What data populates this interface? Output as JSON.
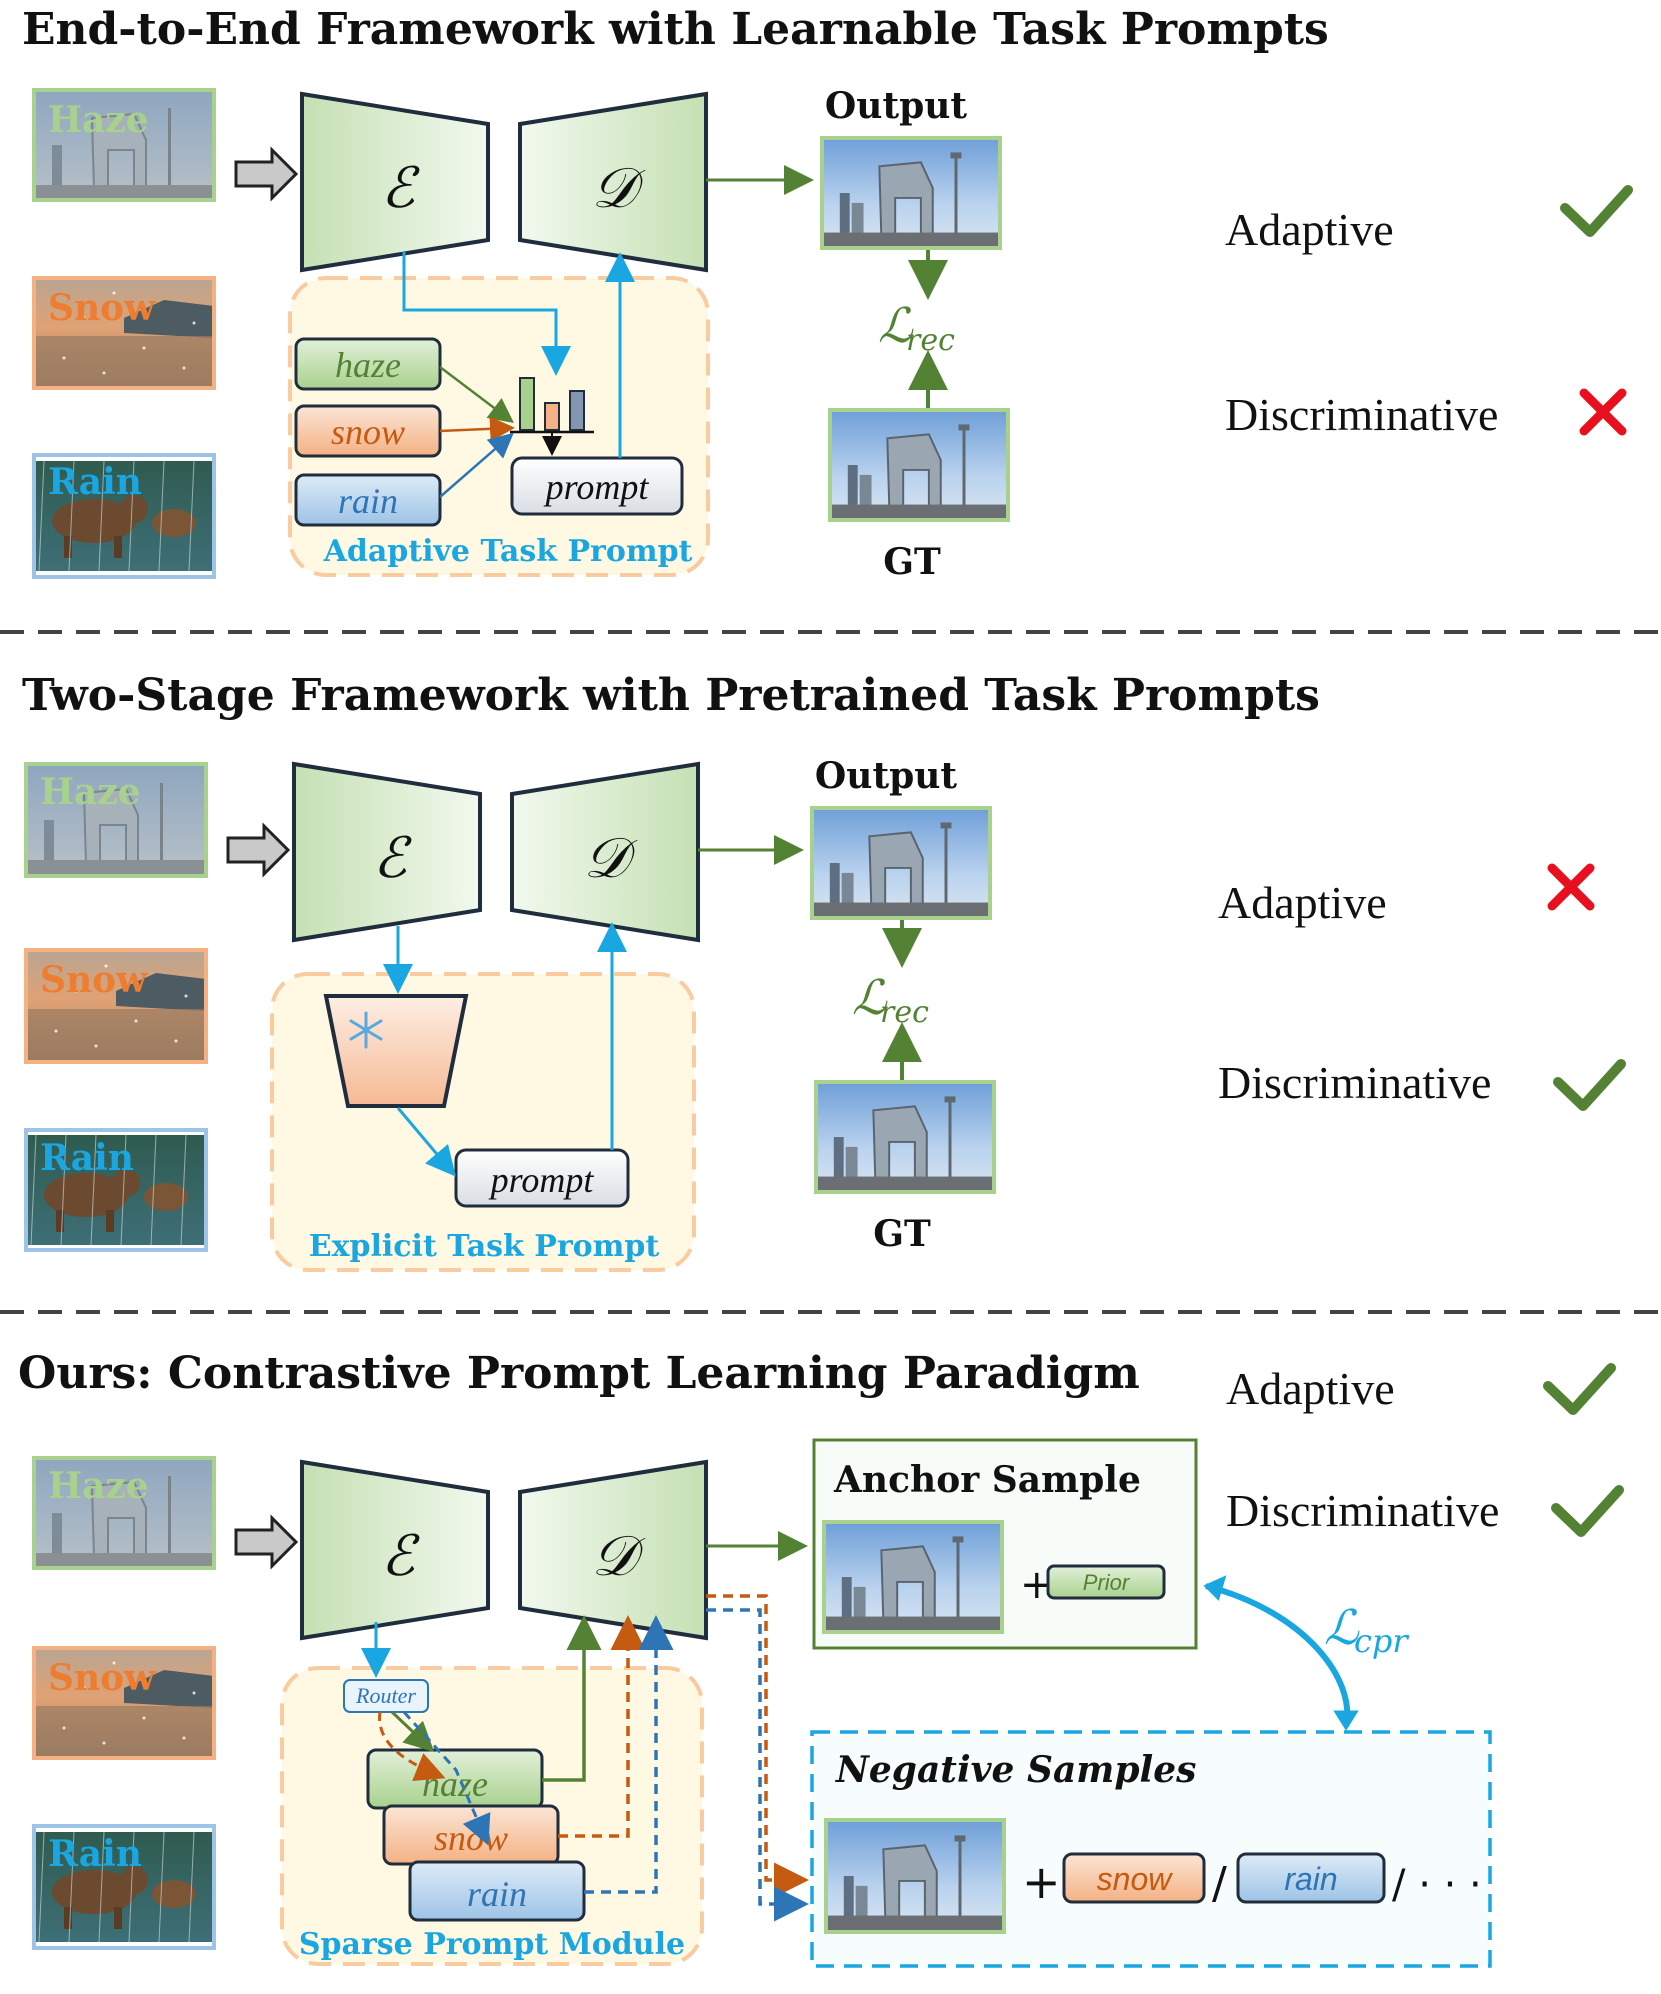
{
  "sections": [
    {
      "title": "End-to-End Framework with Learnable Task Prompts",
      "inputs": [
        "Haze",
        "Snow",
        "Rain"
      ],
      "encoder_symbol": "ℰ",
      "decoder_symbol": "𝒟",
      "output_label": "Output",
      "gt_label": "GT",
      "loss_main": "ℒ",
      "loss_sub": "rec",
      "tasks": [
        "haze",
        "snow",
        "rain"
      ],
      "prompt_label": "prompt",
      "module_label": "Adaptive Task Prompt",
      "adaptive": "Adaptive",
      "discriminative": "Discriminative"
    },
    {
      "title": "Two-Stage Framework with Pretrained Task Prompts",
      "inputs": [
        "Haze",
        "Snow",
        "Rain"
      ],
      "encoder_symbol": "ℰ",
      "decoder_symbol": "𝒟",
      "output_label": "Output",
      "gt_label": "GT",
      "loss_main": "ℒ",
      "loss_sub": "rec",
      "prompt_label": "prompt",
      "module_label": "Explicit Task Prompt",
      "adaptive": "Adaptive",
      "discriminative": "Discriminative"
    },
    {
      "title": "Ours: Contrastive Prompt Learning Paradigm",
      "inputs": [
        "Haze",
        "Snow",
        "Rain"
      ],
      "encoder_symbol": "ℰ",
      "decoder_symbol": "𝒟",
      "router_label": "Router",
      "tasks": [
        "haze",
        "snow",
        "rain"
      ],
      "module_label": "Sparse Prompt Module",
      "anchor_label": "Anchor Sample",
      "prior_label": "Prior",
      "negative_label": "Negative Samples",
      "negative_prompts": [
        "snow",
        "rain"
      ],
      "ellipsis": "/ · · ·",
      "plus": "+",
      "slash": "/",
      "loss_main": "ℒ",
      "loss_sub": "cpr",
      "adaptive": "Adaptive",
      "discriminative": "Discriminative"
    }
  ],
  "status": [
    {
      "adaptive": "check",
      "discriminative": "cross"
    },
    {
      "adaptive": "cross",
      "discriminative": "check"
    },
    {
      "adaptive": "check",
      "discriminative": "check"
    }
  ],
  "colors": {
    "green": "#548235",
    "blue": "#1aa6e0",
    "orange": "#c55a11",
    "dark_blue": "#2e75b6",
    "red": "#e8101e",
    "haze_text": "#a9d18e",
    "snow_text": "#ed7d31",
    "rain_text": "#1aa6e0",
    "module_fill": "#fff9e3",
    "module_border": "#f8cba0"
  }
}
